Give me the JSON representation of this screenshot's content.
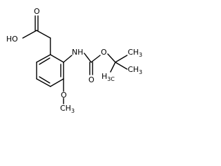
{
  "molecule": {
    "atoms": {
      "carboxyl_oh": "HO",
      "carboxyl_o": "O",
      "amide_nh": "NH",
      "carbamate_o_double": "O",
      "carbamate_o_ester": "O",
      "methoxy_o": "O",
      "methyl": "CH",
      "methyl_subscript": "3",
      "tbu_ch3_top": "CH",
      "tbu_ch3_top_sub": "3",
      "tbu_ch3_left": "H",
      "tbu_ch3_left_prefix": "3C",
      "tbu_ch3_right": "CH",
      "tbu_ch3_right_sub": "3"
    }
  }
}
